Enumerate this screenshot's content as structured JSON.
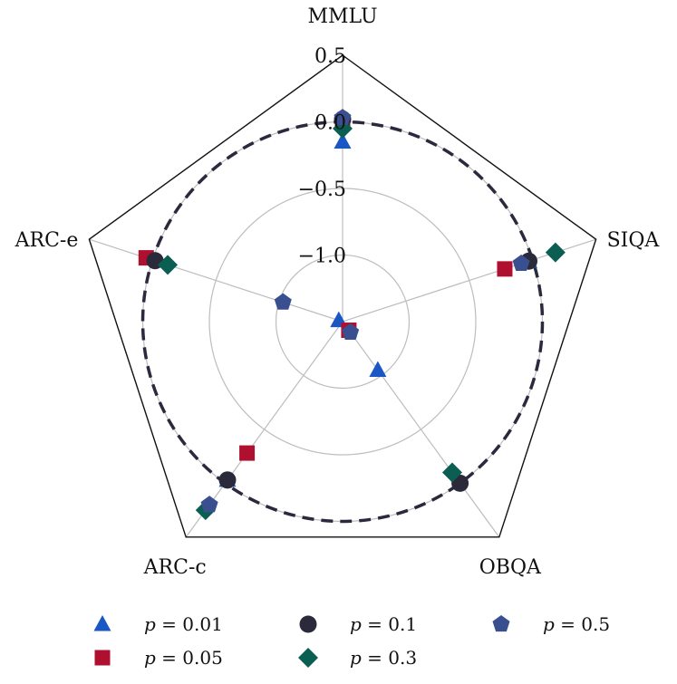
{
  "chart_data": {
    "type": "radar",
    "axes": [
      "MMLU",
      "SIQA",
      "OBQA",
      "ARC-c",
      "ARC-e"
    ],
    "rlim": [
      -1.5,
      0.5
    ],
    "rticks": [
      -1.0,
      -0.5,
      0.0,
      0.5
    ],
    "rtick_labels": [
      "−1.0",
      "−0.5",
      "0.0",
      "0.5"
    ],
    "reference_circle": 0.0,
    "grid": true,
    "legend_placement": "bottom",
    "series": [
      {
        "name": "p = 0.01",
        "var": "p",
        "value_text": "= 0.01",
        "marker": "triangle",
        "color": "#1a56c4",
        "values": [
          -0.15,
          -0.03,
          -1.05,
          -0.03,
          -1.47
        ]
      },
      {
        "name": "p = 0.05",
        "var": "p",
        "value_text": "= 0.05",
        "marker": "square",
        "color": "#b0102f",
        "values": [
          0.0,
          -0.22,
          -1.42,
          -0.28,
          0.05
        ]
      },
      {
        "name": "p = 0.1",
        "var": "p",
        "value_text": "= 0.1",
        "marker": "circle",
        "color": "#2a2a3a",
        "values": [
          0.02,
          -0.03,
          0.0,
          -0.03,
          -0.02
        ]
      },
      {
        "name": "p = 0.3",
        "var": "p",
        "value_text": "= 0.3",
        "marker": "diamond",
        "color": "#0b5e52",
        "values": [
          -0.05,
          0.18,
          -0.1,
          0.25,
          -0.12
        ]
      },
      {
        "name": "p = 0.5",
        "var": "p",
        "value_text": "= 0.5",
        "marker": "pentagon",
        "color": "#3a4f8f",
        "values": [
          0.03,
          -0.09,
          -1.4,
          0.2,
          -1.03
        ]
      }
    ]
  }
}
